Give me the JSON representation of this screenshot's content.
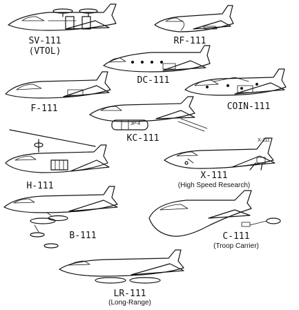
{
  "aircraft": {
    "sv111": {
      "name": "SV-111",
      "note": "(VTOL)"
    },
    "rf111": {
      "name": "RF-111"
    },
    "dc111": {
      "name": "DC-111"
    },
    "f111": {
      "name": "F-111"
    },
    "coin111": {
      "name": "COIN-111"
    },
    "kc111": {
      "name": "KC-111"
    },
    "h111": {
      "name": "H-111"
    },
    "x111": {
      "name": "X-111",
      "note": "(High Speed Research)"
    },
    "b111": {
      "name": "B-111"
    },
    "c111": {
      "name": "C-111",
      "note": "(Troop Carrier)"
    },
    "lr111": {
      "name": "LR-111",
      "note": "(Long-Range)"
    }
  },
  "markings": {
    "kc_pod_text": "JP-4",
    "x111_tail_text": "X-111"
  }
}
